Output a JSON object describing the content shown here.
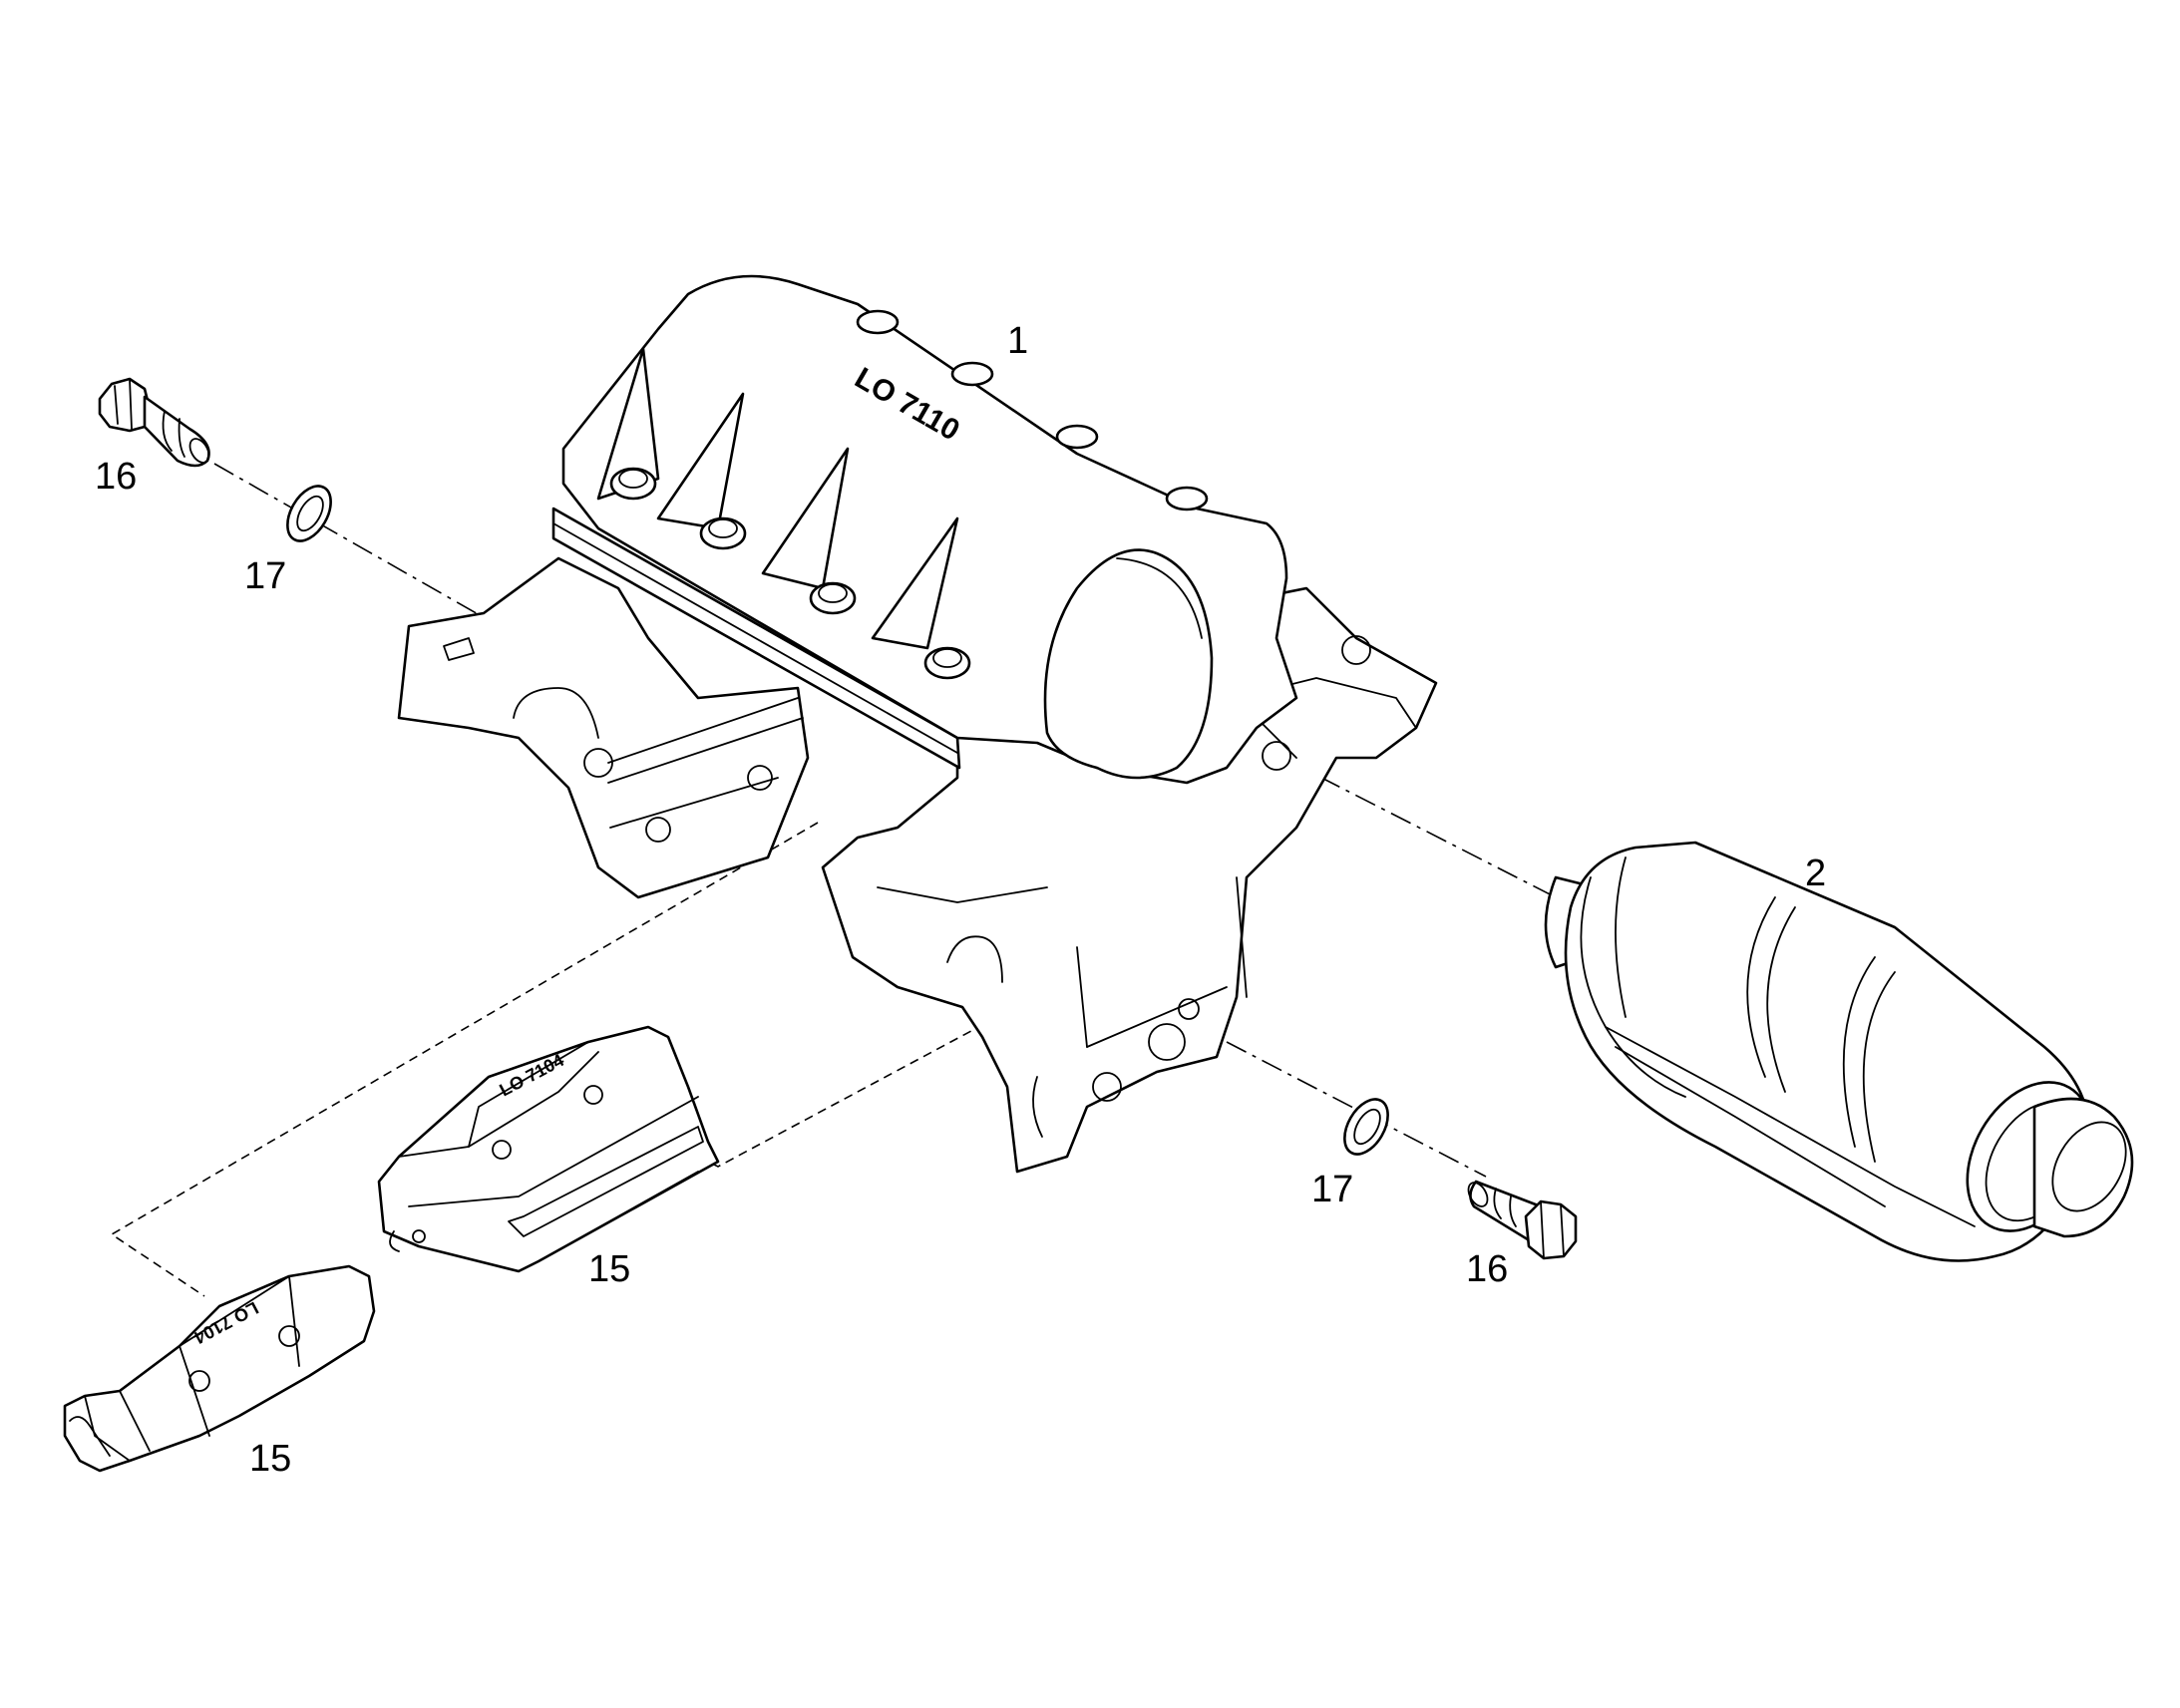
{
  "callouts": {
    "housing": "1",
    "roller": "2",
    "pad_middle": "15",
    "pad_lower": "15",
    "bolt_upper": "16",
    "bolt_lower": "16",
    "washer_upper": "17",
    "washer_lower": "17"
  },
  "markings": {
    "housing": "LO 7110",
    "pad_middle": "LO 7104",
    "pad_lower": "LO 7104"
  }
}
